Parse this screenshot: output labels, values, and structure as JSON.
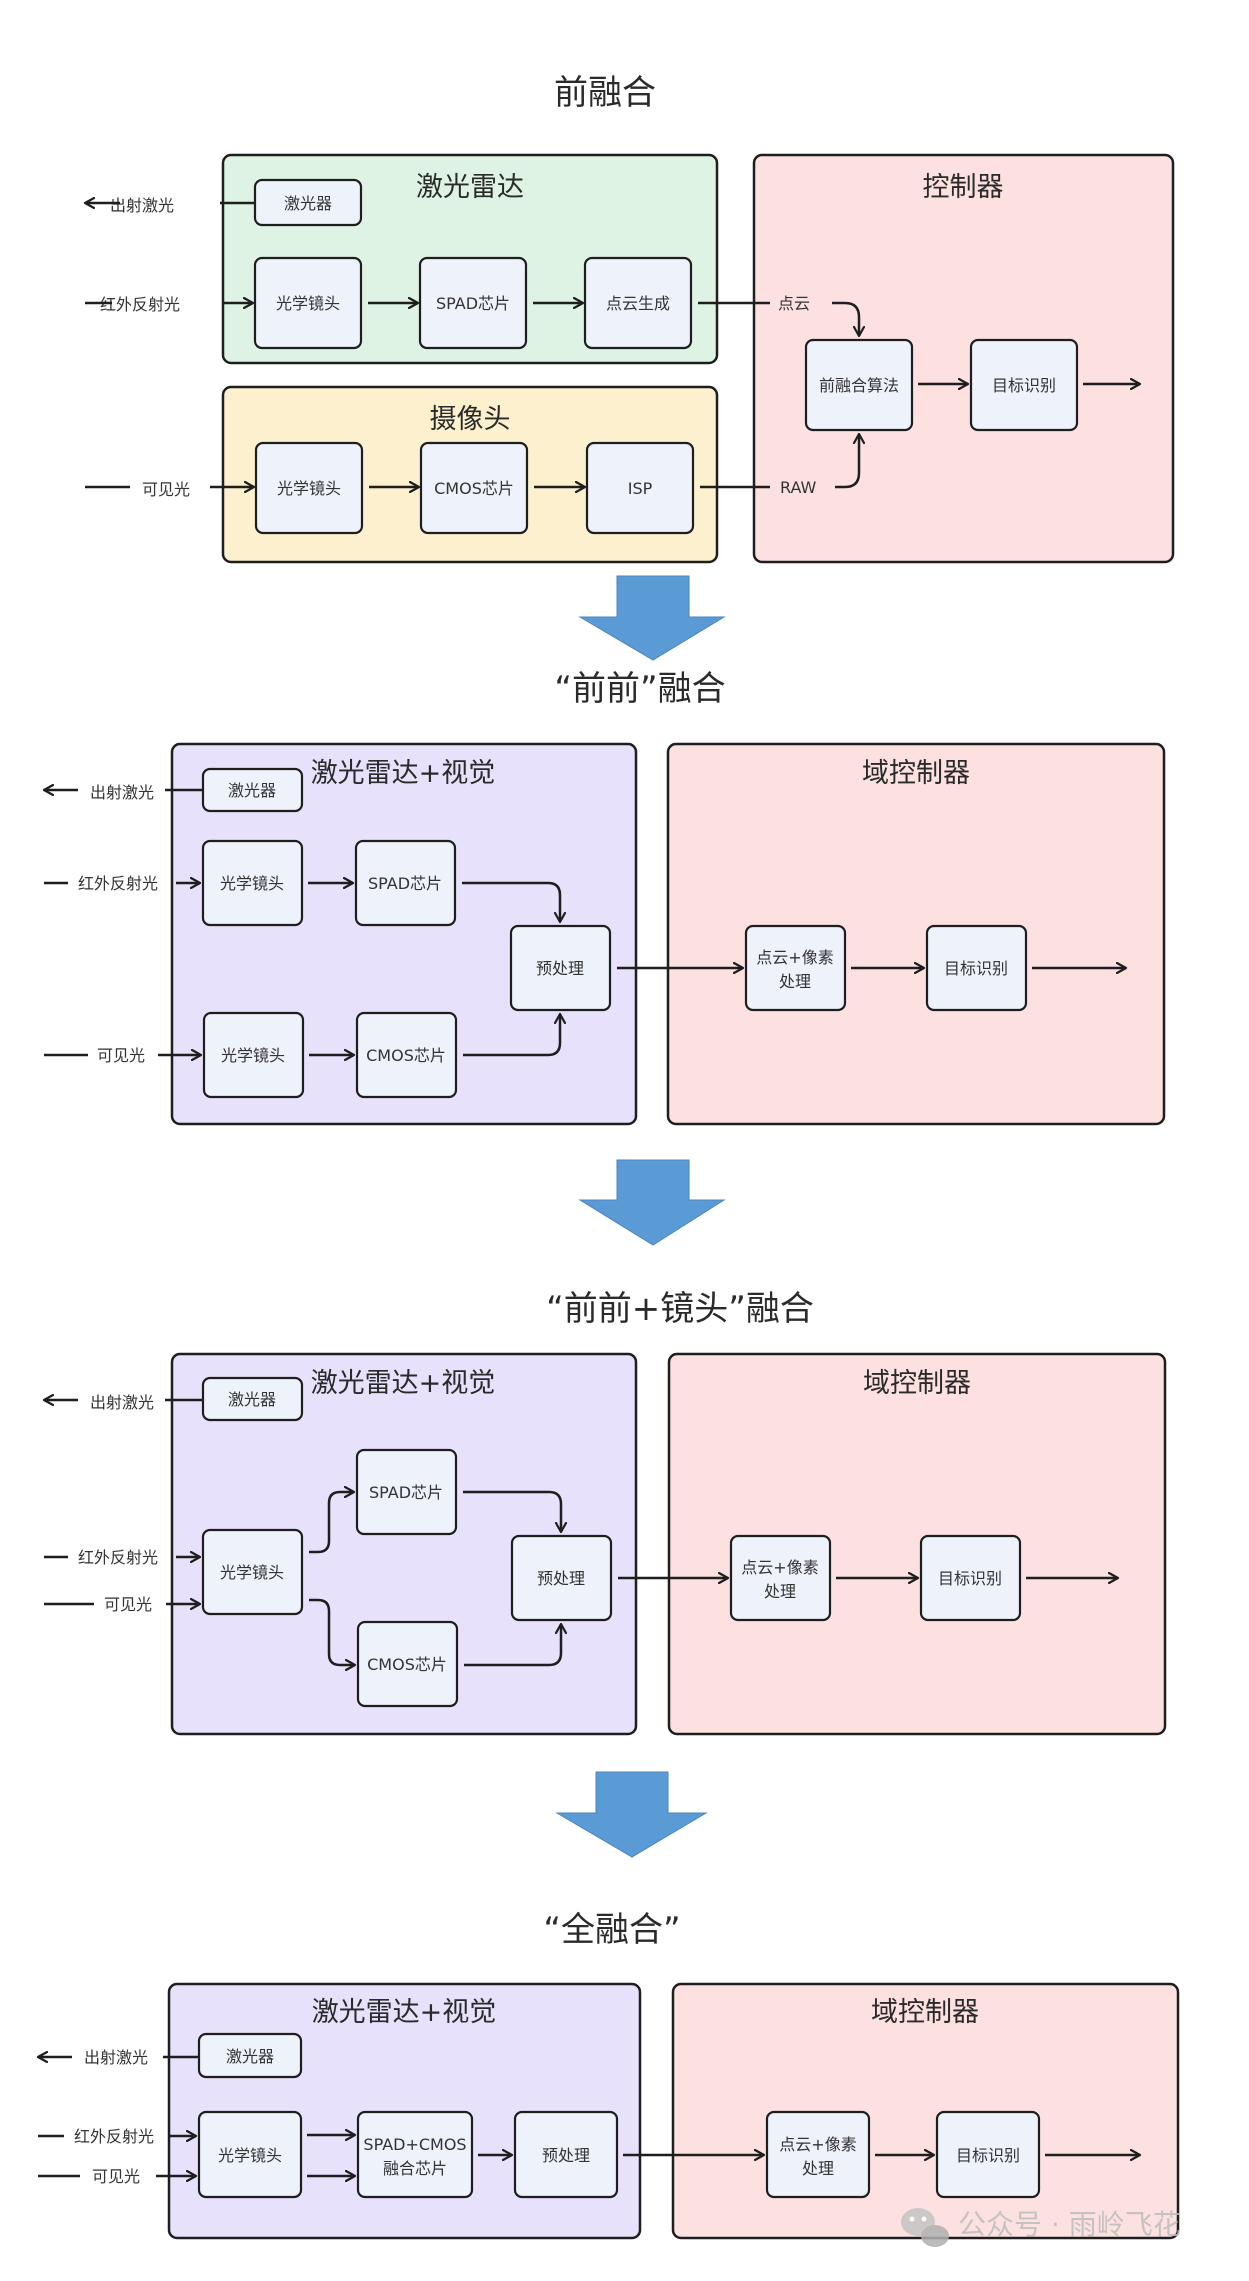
{
  "sections": [
    {
      "title": "前融合",
      "groups": {
        "lidar": "激光雷达",
        "camera": "摄像头",
        "controller": "控制器"
      },
      "inputs": {
        "laser_out": "出射激光",
        "ir_reflect": "红外反射光",
        "visible": "可见光"
      },
      "nodes": {
        "laser": "激光器",
        "lens1": "光学镜头",
        "spad": "SPAD芯片",
        "pointgen": "点云生成",
        "lens2": "光学镜头",
        "cmos": "CMOS芯片",
        "isp": "ISP",
        "fusion": "前融合算法",
        "detect": "目标识别"
      },
      "edge_labels": {
        "pointcloud": "点云",
        "raw": "RAW"
      }
    },
    {
      "title": "“前前”融合",
      "groups": {
        "sensor": "激光雷达+视觉",
        "controller": "域控制器"
      },
      "inputs": {
        "laser_out": "出射激光",
        "ir_reflect": "红外反射光",
        "visible": "可见光"
      },
      "nodes": {
        "laser": "激光器",
        "lens1": "光学镜头",
        "spad": "SPAD芯片",
        "lens2": "光学镜头",
        "cmos": "CMOS芯片",
        "pre": "预处理",
        "proc1": "点云+像素",
        "proc2": "处理",
        "detect": "目标识别"
      }
    },
    {
      "title": "“前前+镜头”融合",
      "groups": {
        "sensor": "激光雷达+视觉",
        "controller": "域控制器"
      },
      "inputs": {
        "laser_out": "出射激光",
        "ir_reflect": "红外反射光",
        "visible": "可见光"
      },
      "nodes": {
        "laser": "激光器",
        "lens": "光学镜头",
        "spad": "SPAD芯片",
        "cmos": "CMOS芯片",
        "pre": "预处理",
        "proc1": "点云+像素",
        "proc2": "处理",
        "detect": "目标识别"
      }
    },
    {
      "title": "“全融合”",
      "groups": {
        "sensor": "激光雷达+视觉",
        "controller": "域控制器"
      },
      "inputs": {
        "laser_out": "出射激光",
        "ir_reflect": "红外反射光",
        "visible": "可见光"
      },
      "nodes": {
        "laser": "激光器",
        "lens": "光学镜头",
        "chip1": "SPAD+CMOS",
        "chip2": "融合芯片",
        "pre": "预处理",
        "proc1": "点云+像素",
        "proc2": "处理",
        "detect": "目标识别"
      }
    }
  ],
  "watermark": {
    "text": "公众号 · 雨岭飞花",
    "icon": "wechat-icon"
  },
  "colors": {
    "lidar_green": "#dff3e4",
    "camera_yellow": "#fdf0cf",
    "controller_pink": "#fde1e1",
    "sensor_purple": "#e7e1fb",
    "node_fill": "#eef2fb",
    "arrow_blue": "#5b9bd5",
    "stroke": "#1e1e1e"
  }
}
